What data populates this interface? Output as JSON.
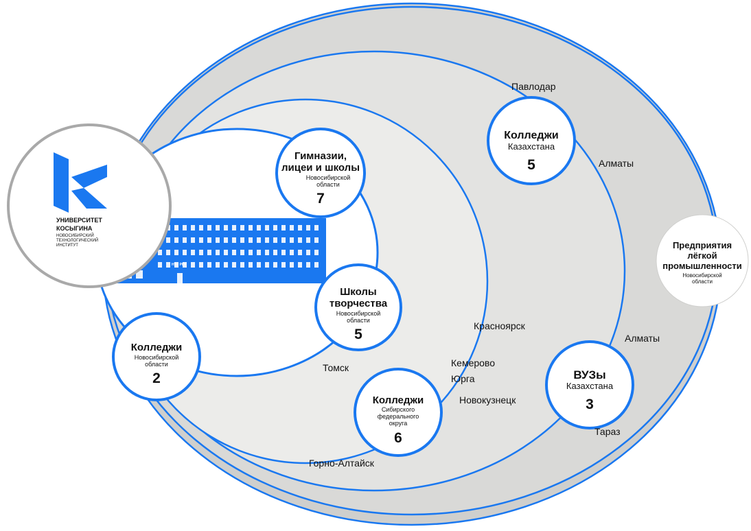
{
  "colors": {
    "ring": "#1a78f0",
    "outer_fill": "#d9d9d7",
    "middle_fill": "#e6e6e4",
    "inner_fill": "#ffffff",
    "logo_ring": "#a9a9a9",
    "logo_blue": "#1a78f0",
    "building": "#1a78f0"
  },
  "logo": {
    "icon": "university-k-logo-icon",
    "line1": "УНИВЕРСИТЕТ",
    "line2": "КОСЫГИНА",
    "line3": "НОВОСИБИРСКИЙ",
    "line4": "ТЕХНОЛОГИЧЕСКИЙ",
    "line5": "ИНСТИТУТ"
  },
  "building": {
    "icon": "institute-building-icon",
    "sign": "НТИ РГУ"
  },
  "nodes": {
    "gymnasiums": {
      "title1": "Гимназии,",
      "title2": "лицеи и школы",
      "sub1": "Новосибирской",
      "sub2": "области",
      "count": "7"
    },
    "art_schools": {
      "title1": "Школы",
      "title2": "творчества",
      "sub1": "Новосибирской",
      "sub2": "области",
      "count": "5"
    },
    "colleges_nso": {
      "title1": "Колледжи",
      "sub1": "Новосибирской",
      "sub2": "области",
      "count": "2"
    },
    "colleges_sfo": {
      "title1": "Колледжи",
      "sub1": "Сибирского",
      "sub2": "федерального",
      "sub3": "округа",
      "count": "6"
    },
    "colleges_kz": {
      "title1": "Колледжи",
      "sub1": "Казахстана",
      "count": "5"
    },
    "universities_kz": {
      "title1": "ВУЗы",
      "sub1": "Казахстана",
      "count": "3"
    },
    "enterprises": {
      "title1": "Предприятия",
      "title2": "лёгкой",
      "title3": "промышленности",
      "sub1": "Новосибирской",
      "sub2": "области"
    }
  },
  "cities": {
    "pavlodar": "Павлодар",
    "almaty_top": "Алматы",
    "almaty_mid": "Алматы",
    "taraz": "Тараз",
    "krasnoyarsk": "Красноярск",
    "kemerovo": "Кемерово",
    "yurga": "Юрга",
    "novokuznetsk": "Новокузнецк",
    "tomsk": "Томск",
    "gorno_altaysk": "Горно-Алтайск"
  }
}
